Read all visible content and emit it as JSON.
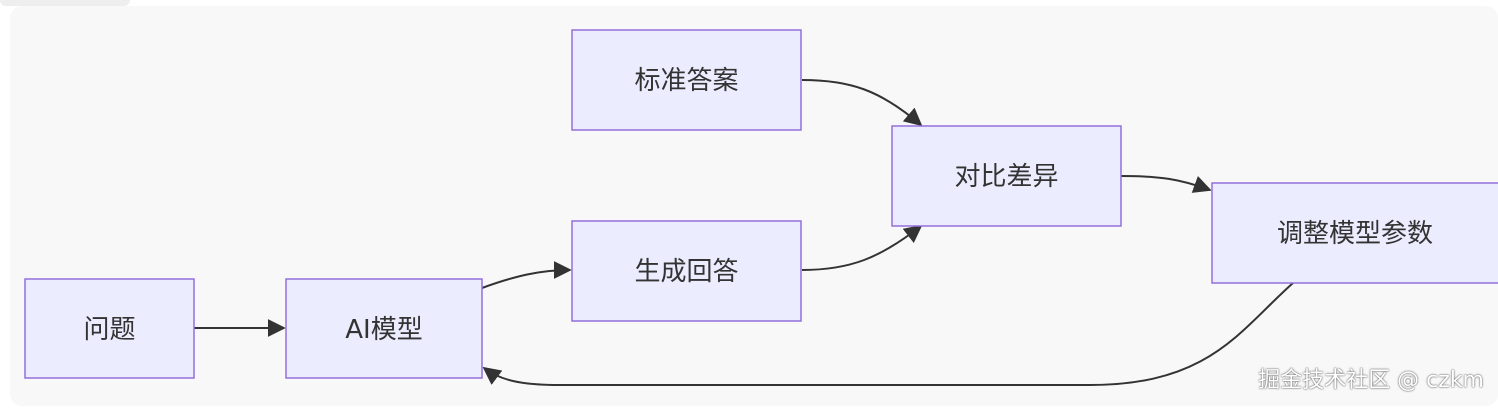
{
  "diagram": {
    "nodes": {
      "question": "问题",
      "ai_model": "AI模型",
      "standard_answer": "标准答案",
      "generate_answer": "生成回答",
      "compare_diff": "对比差异",
      "adjust_params": "调整模型参数"
    },
    "edges": [
      {
        "from": "question",
        "to": "ai_model"
      },
      {
        "from": "ai_model",
        "to": "generate_answer"
      },
      {
        "from": "standard_answer",
        "to": "compare_diff"
      },
      {
        "from": "generate_answer",
        "to": "compare_diff"
      },
      {
        "from": "compare_diff",
        "to": "adjust_params"
      },
      {
        "from": "adjust_params",
        "to": "ai_model"
      }
    ],
    "colors": {
      "node_fill": "#ececff",
      "node_stroke": "#9370db",
      "edge": "#333333",
      "background": "#f8f8f8"
    }
  },
  "watermark": "掘金技术社区 @ czkm"
}
